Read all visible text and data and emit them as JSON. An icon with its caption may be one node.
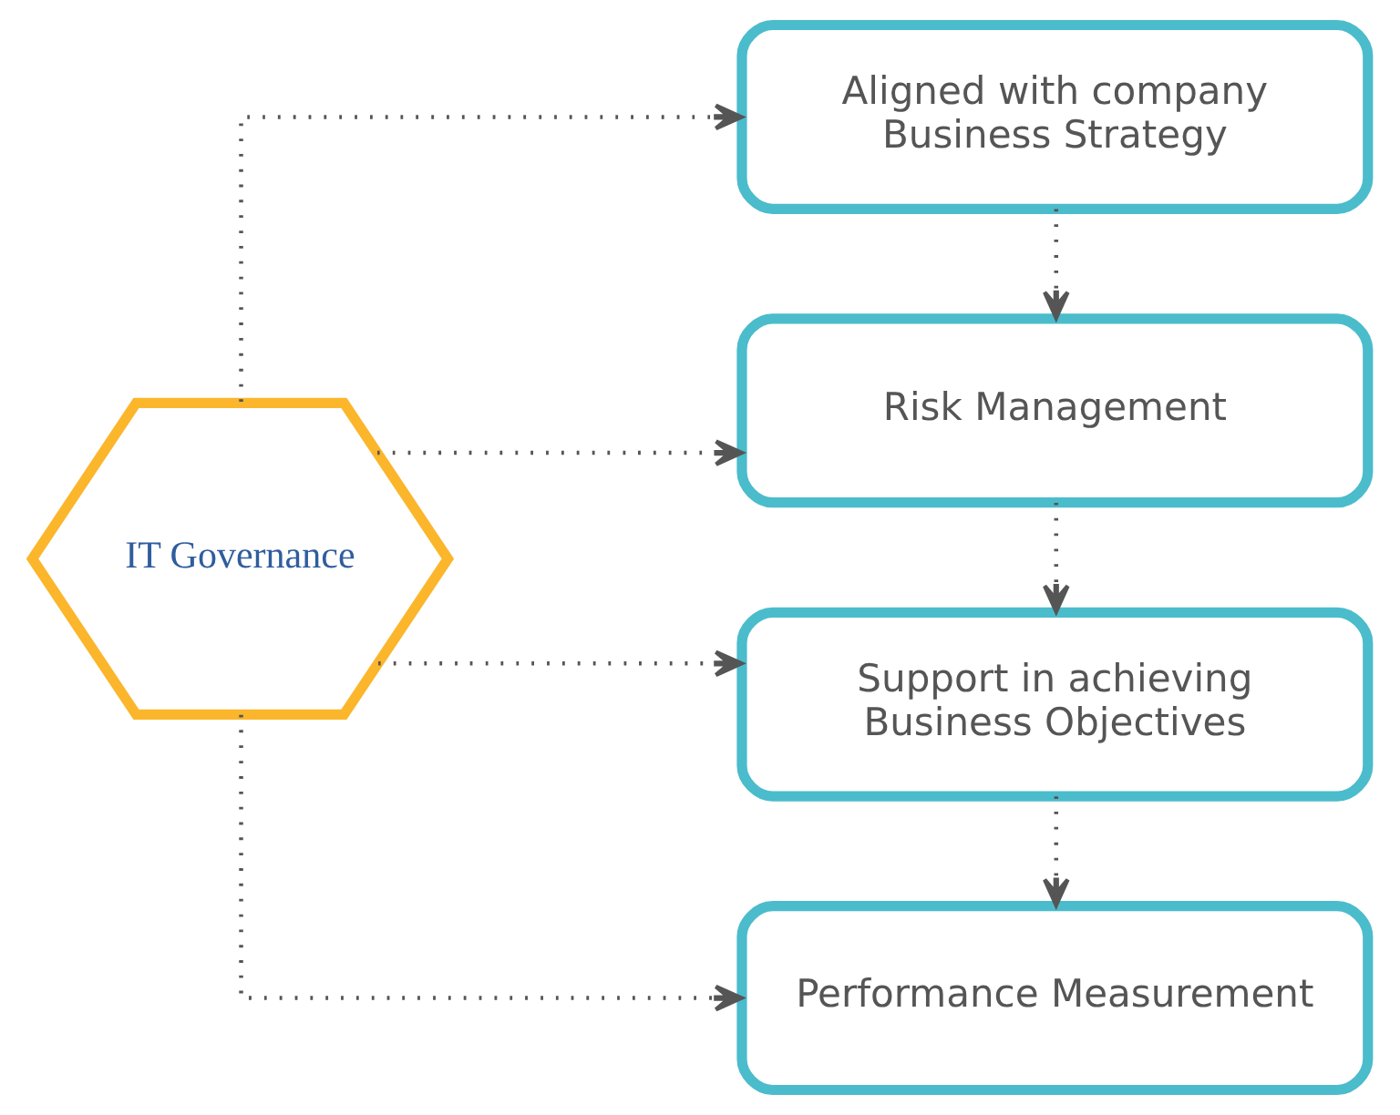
{
  "diagram": {
    "nodes": [
      {
        "text": [
          "IT Governance"
        ]
      },
      {
        "text": [
          "Aligned with company Business Strategy"
        ]
      },
      {
        "text": [
          "Risk Management"
        ]
      },
      {
        "text": [
          "Support in achieving Business Objectives"
        ]
      },
      {
        "text": [
          "Performance Measurement"
        ]
      }
    ],
    "edges": [
      {
        "from": 0,
        "to": 1,
        "arrow": "to"
      },
      {
        "from": 0,
        "to": 2,
        "arrow": "to"
      },
      {
        "from": 0,
        "to": 3,
        "arrow": "to"
      },
      {
        "from": 0,
        "to": 4,
        "arrow": "to"
      },
      {
        "from": 1,
        "to": 2,
        "arrow": "to"
      },
      {
        "from": 2,
        "to": 3,
        "arrow": "to"
      },
      {
        "from": 3,
        "to": 4,
        "arrow": "to"
      }
    ]
  }
}
